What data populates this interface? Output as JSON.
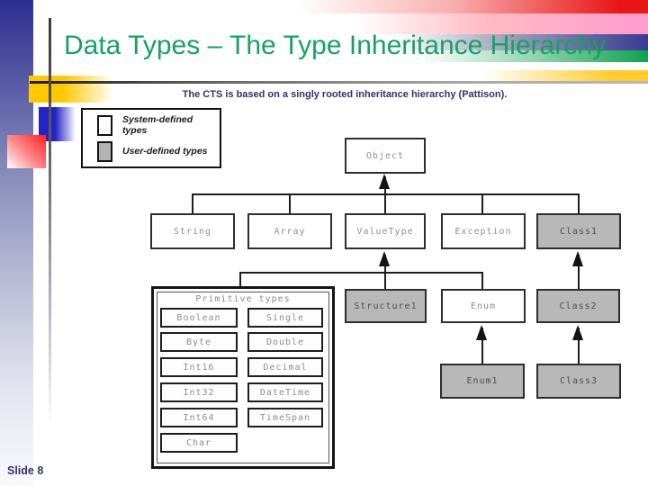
{
  "slide": {
    "title": "Data Types – The Type Inheritance Hierarchy",
    "subtitle": "The CTS is based on a singly rooted inheritance hierarchy (Pattison).",
    "slide_number": "Slide 8"
  },
  "legend": {
    "items": [
      {
        "label": "System-defined types",
        "swatch": "white"
      },
      {
        "label": "User-defined types",
        "swatch": "gray"
      }
    ]
  },
  "diagram": {
    "nodes": {
      "object": "Object",
      "string": "String",
      "array": "Array",
      "valuetype": "ValueType",
      "exception": "Exception",
      "class1": "Class1",
      "structure1": "Structure1",
      "enum": "Enum",
      "class2": "Class2",
      "enum1": "Enum1",
      "class3": "Class3"
    },
    "primitives": {
      "title": "Primitive types",
      "left_column": [
        "Boolean",
        "Byte",
        "Int16",
        "Int32",
        "Int64",
        "Char"
      ],
      "right_column": [
        "Single",
        "Double",
        "Decimal",
        "DateTime",
        "TimeSpan"
      ]
    }
  },
  "colors": {
    "title_green": "#18a164",
    "subtitle_navy": "#31316b",
    "system_defined_fill": "#ffffff",
    "user_defined_fill": "#b8b8b8",
    "accent_yellow": "#ffc800",
    "accent_blue": "#2424c4",
    "accent_red": "#ee2222"
  }
}
